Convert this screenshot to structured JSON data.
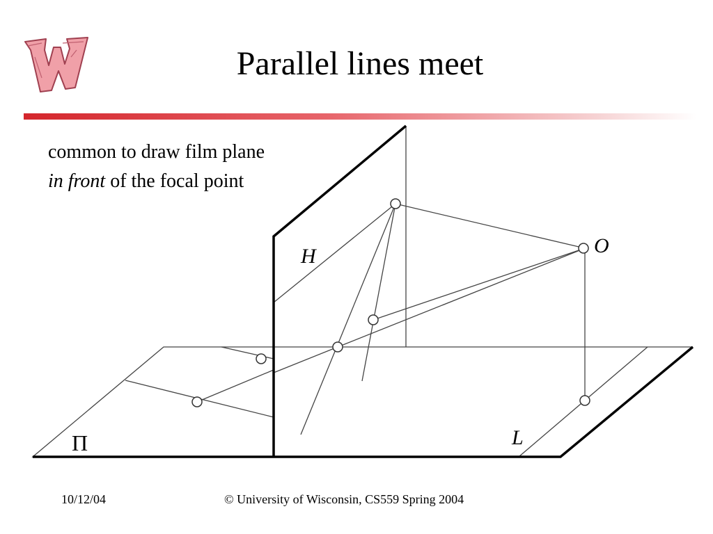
{
  "slide": {
    "title": "Parallel lines meet",
    "subtitle_line1": "common to draw film plane",
    "subtitle_emphasis": "in front",
    "subtitle_rest": " of the focal point"
  },
  "diagram": {
    "labels": {
      "focal_point": "O",
      "image_plane": "H",
      "ground_plane": "Π",
      "ground_line": "L"
    }
  },
  "footer": {
    "date": "10/12/04",
    "copyright": "© University of Wisconsin, CS559 Spring 2004"
  },
  "colors": {
    "accent_red": "#d4262c",
    "logo_fill": "#f0a0a8"
  }
}
